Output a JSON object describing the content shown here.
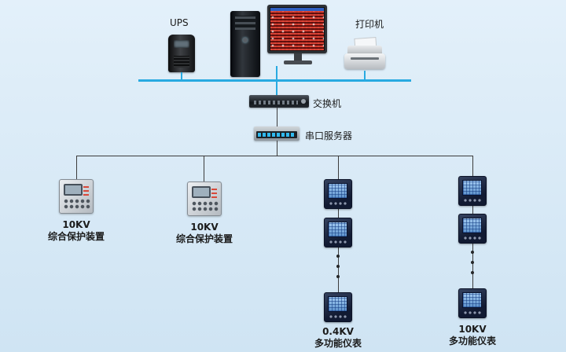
{
  "labels": {
    "ups": "UPS",
    "printer": "打印机",
    "switch": "交换机",
    "serial_server": "串口服务器"
  },
  "device_groups": {
    "protection_left": {
      "line1": "10KV",
      "line2": "综合保护装置"
    },
    "protection_mid": {
      "line1": "10KV",
      "line2": "综合保护装置"
    },
    "meter_col_04kv": {
      "line1": "0.4KV",
      "line2": "多功能仪表"
    },
    "meter_col_10kv": {
      "line1": "10KV",
      "line2": "多功能仪表"
    }
  },
  "colors": {
    "background_top": "#e3f0fa",
    "background_bottom": "#cfe4f3",
    "bus_line": "#28aae1",
    "wire": "#3c3c3c",
    "label_text": "#1b1b1b"
  }
}
